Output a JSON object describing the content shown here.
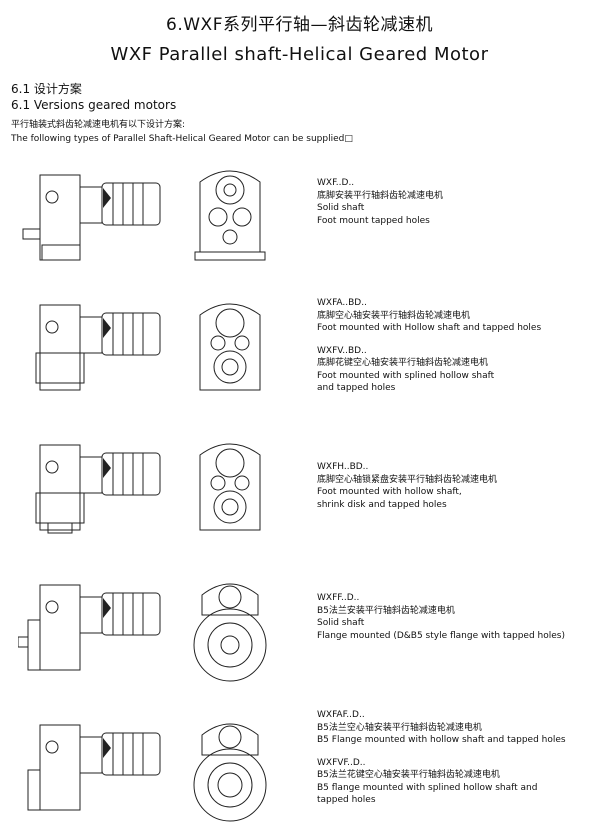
{
  "header": {
    "title_cn": "6.WXF系列平行轴—斜齿轮减速机",
    "title_en": "WXF Parallel shaft-Helical Geared Motor"
  },
  "intro": {
    "heading_cn": "6.1 设计方案",
    "heading_en": "6.1 Versions geared motors",
    "text_cn": "平行轴装式斜齿轮减速电机有以下设计方案:",
    "text_en": "The following types of Parallel Shaft-Helical Geared Motor can be supplied□"
  },
  "versions": [
    {
      "lines": [
        "WXF..D..",
        "底脚安装平行轴斜齿轮减速电机",
        "Solid shaft",
        "Foot mount tapped holes"
      ],
      "lines2": []
    },
    {
      "lines": [
        "WXFA..BD..",
        "底脚空心轴安装平行轴斜齿轮减速电机",
        "Foot mounted with Hollow shaft and tapped holes"
      ],
      "lines2": [
        "WXFV..BD..",
        "底脚花键空心轴安装平行轴斜齿轮减速电机",
        "Foot mounted with splined hollow shaft",
        "and tapped holes"
      ]
    },
    {
      "lines": [
        "WXFH..BD..",
        "底脚空心轴锁紧盘安装平行轴斜齿轮减速电机",
        "Foot mounted with hollow shaft,",
        "shrink disk and tapped holes"
      ],
      "lines2": []
    },
    {
      "lines": [
        "WXFF..D..",
        "B5法兰安装平行轴斜齿轮减速电机",
        "Solid shaft",
        "Flange mounted (D&B5 style flange with tapped holes)"
      ],
      "lines2": []
    },
    {
      "lines": [
        "WXFAF..D..",
        "B5法兰空心轴安装平行轴斜齿轮减速电机",
        "B5 Flange mounted with hollow shaft and tapped holes"
      ],
      "lines2": [
        "WXFVF..D..",
        "B5法兰花键空心轴安装平行轴斜齿轮减速电机",
        "B5 flange mounted with splined hollow shaft and",
        "tapped holes"
      ]
    }
  ]
}
